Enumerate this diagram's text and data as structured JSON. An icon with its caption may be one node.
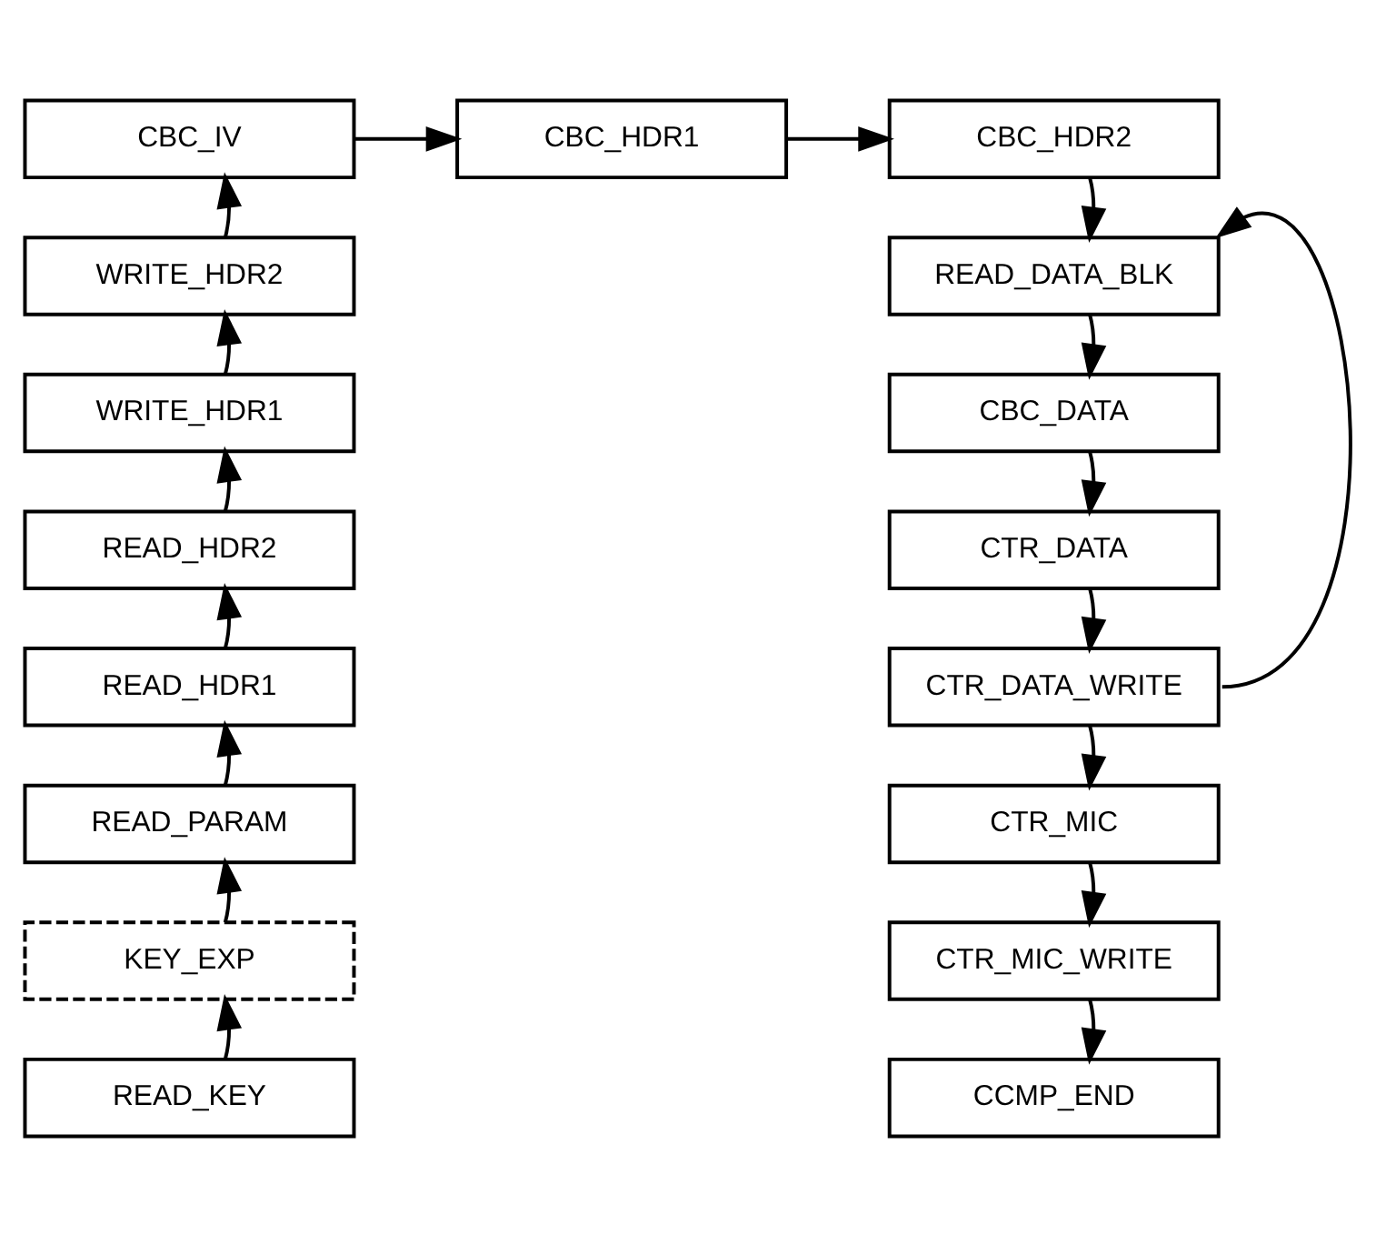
{
  "diagram": {
    "nodes": [
      {
        "text": [
          "CBC_IV"
        ]
      },
      {
        "text": [
          "CBC_HDR1"
        ]
      },
      {
        "text": [
          "CBC_HDR2"
        ]
      },
      {
        "text": [
          "WRITE_HDR2"
        ]
      },
      {
        "text": [
          "WRITE_HDR1"
        ]
      },
      {
        "text": [
          "READ_HDR2"
        ]
      },
      {
        "text": [
          "READ_HDR1"
        ]
      },
      {
        "text": [
          "READ_PARAM"
        ]
      },
      {
        "text": [
          "KEY_EXP"
        ]
      },
      {
        "text": [
          "READ_KEY"
        ]
      },
      {
        "text": [
          "READ_DATA_BLK"
        ]
      },
      {
        "text": [
          "CBC_DATA"
        ]
      },
      {
        "text": [
          "CTR_DATA"
        ]
      },
      {
        "text": [
          "CTR_DATA_WRITE"
        ]
      },
      {
        "text": [
          "CTR_MIC"
        ]
      },
      {
        "text": [
          "CTR_MIC_WRITE"
        ]
      },
      {
        "text": [
          "CCMP_END"
        ]
      }
    ],
    "edges": [
      {
        "from": 9,
        "to": 8,
        "arrow": "to"
      },
      {
        "from": 8,
        "to": 7,
        "arrow": "to"
      },
      {
        "from": 7,
        "to": 6,
        "arrow": "to"
      },
      {
        "from": 6,
        "to": 5,
        "arrow": "to"
      },
      {
        "from": 5,
        "to": 4,
        "arrow": "to"
      },
      {
        "from": 4,
        "to": 3,
        "arrow": "to"
      },
      {
        "from": 3,
        "to": 0,
        "arrow": "to"
      },
      {
        "from": 0,
        "to": 1,
        "arrow": "to"
      },
      {
        "from": 1,
        "to": 2,
        "arrow": "to"
      },
      {
        "from": 2,
        "to": 10,
        "arrow": "to"
      },
      {
        "from": 10,
        "to": 11,
        "arrow": "to"
      },
      {
        "from": 11,
        "to": 12,
        "arrow": "to"
      },
      {
        "from": 12,
        "to": 13,
        "arrow": "to"
      },
      {
        "from": 13,
        "to": 14,
        "arrow": "to"
      },
      {
        "from": 14,
        "to": 15,
        "arrow": "to"
      },
      {
        "from": 15,
        "to": 16,
        "arrow": "to"
      },
      {
        "from": 13,
        "to": 10,
        "arrow": "to"
      }
    ]
  }
}
